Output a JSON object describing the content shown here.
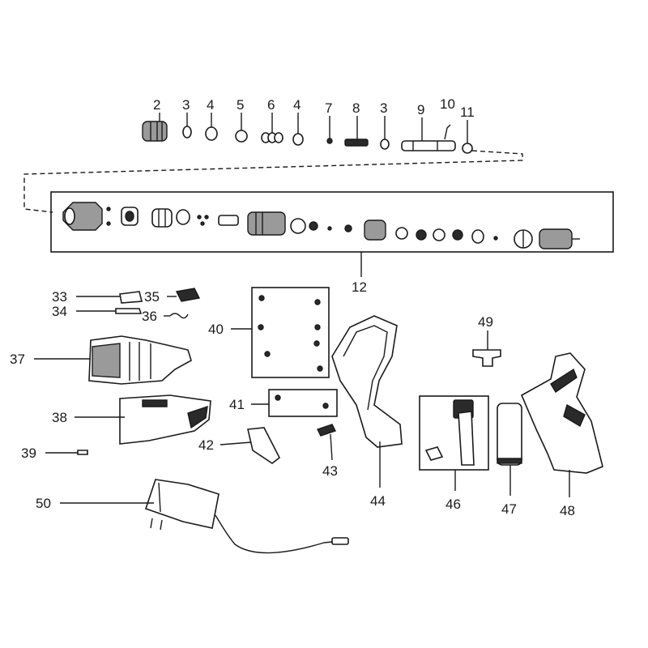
{
  "labels": {
    "p2": "2",
    "p3a": "3",
    "p4a": "4",
    "p5": "5",
    "p6": "6",
    "p4b": "4",
    "p7": "7",
    "p8": "8",
    "p3b": "3",
    "p9": "9",
    "p10": "10",
    "p11": "11",
    "p12": "12",
    "p33": "33",
    "p34": "34",
    "p35": "35",
    "p36": "36",
    "p37": "37",
    "p38": "38",
    "p39": "39",
    "p40": "40",
    "p41": "41",
    "p42": "42",
    "p43": "43",
    "p44": "44",
    "p46": "46",
    "p47": "47",
    "p48": "48",
    "p49": "49",
    "p50": "50"
  }
}
